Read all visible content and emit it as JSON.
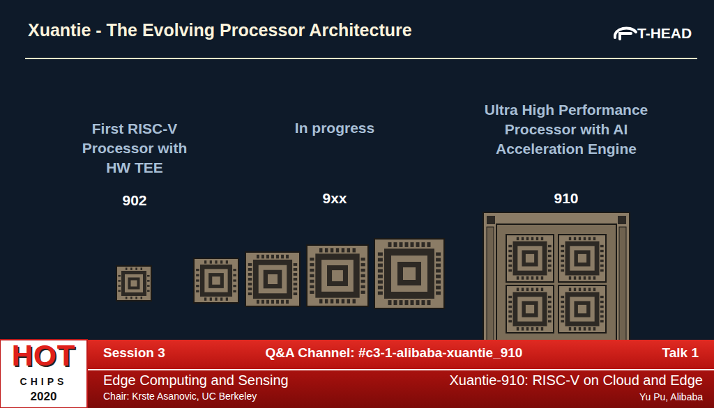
{
  "diagram": {
    "title": "Xuantie - The Evolving Processor Architecture",
    "labels": [
      "T-HEAD",
      "First RISC-V Processor with HW TEE",
      "902",
      "In progress",
      "9xx",
      "Ultra High Performance Processor with AI Acceleration Engine",
      "910",
      "HOT",
      "CHIPS",
      "2020",
      "Session 3",
      "Q&A Channel: #c3-1-alibaba-xuantie_910",
      "Talk 1",
      "Edge Computing and Sensing",
      "Chair: Krste Asanovic, UC Berkeley",
      "Xuantie-910: RISC-V on Cloud and Edge",
      "Yu Pu, Alibaba"
    ]
  }
}
